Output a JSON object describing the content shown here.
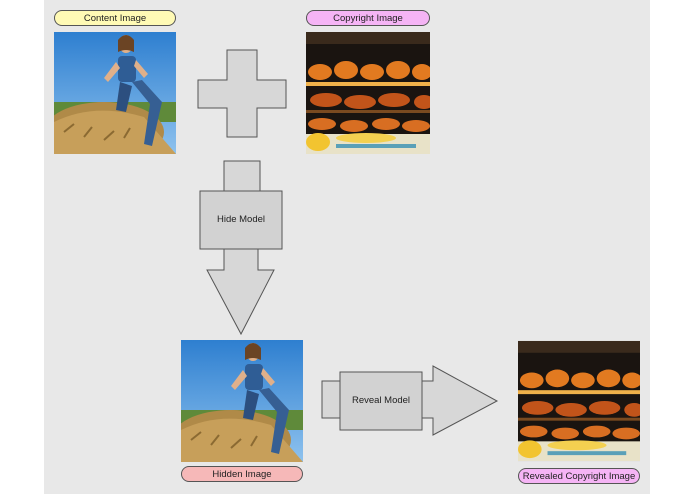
{
  "labels": {
    "content_image": "Content Image",
    "copyright_image": "Copyright Image",
    "hide_model": "Hide Model",
    "hidden_image": "Hidden Image",
    "reveal_model": "Reveal Model",
    "revealed_copyright_image": "Revealed Copyright Image"
  },
  "colors": {
    "background": "#e8e8e8",
    "content_pill": "#fffab5",
    "copyright_pill": "#f5b4f5",
    "hidden_pill": "#f6b8b8",
    "revealed_pill": "#f5b4f5",
    "shape_fill": "#d7d7d7",
    "shape_stroke": "#555555"
  },
  "icons": {
    "content_image": "woman-on-hay-bale-photo",
    "copyright_image": "grilled-meat-skewers-photo",
    "hidden_image": "woman-on-hay-bale-photo",
    "revealed_image": "grilled-meat-skewers-photo",
    "combine": "plus-shape",
    "flow": "down-arrow",
    "reveal_flow": "right-arrow"
  }
}
